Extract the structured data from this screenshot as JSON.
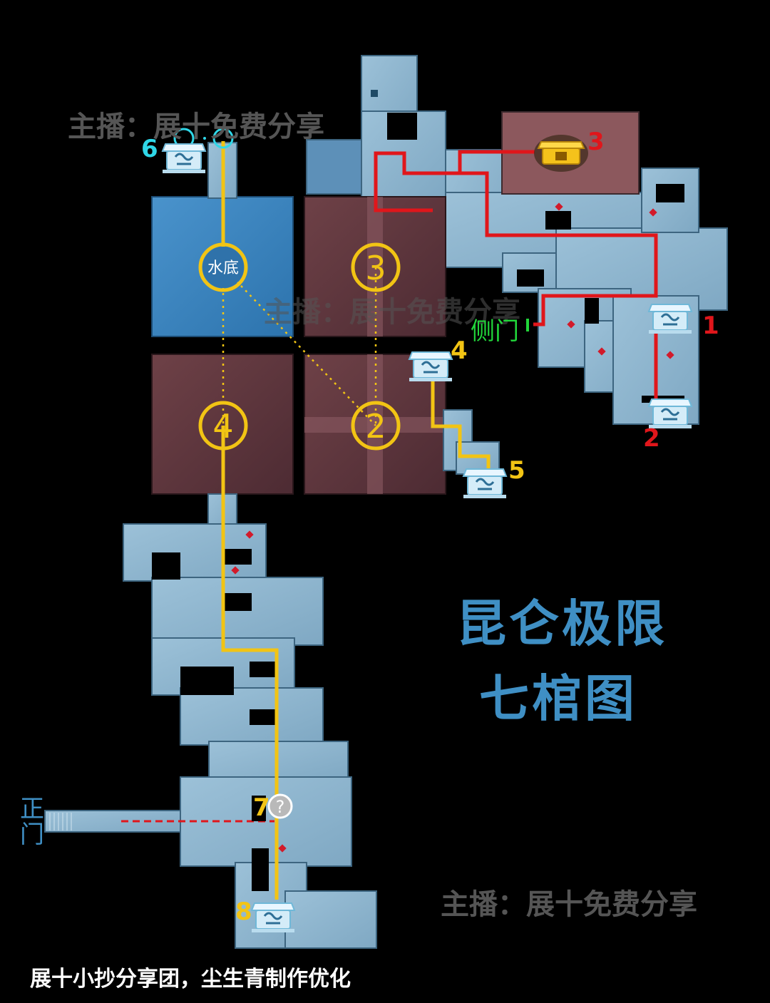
{
  "colors": {
    "background": "#000000",
    "room_blue": "#8fb6cf",
    "pool_blue": "#3a86c2",
    "chamber_red": "#6b3f46",
    "route_red": "#e0161b",
    "route_yellow": "#f2c414",
    "marker_cyan": "#2fd7e8",
    "side_gate_green": "#21d63a",
    "title_blue": "#3f8fc4",
    "watermark_gray": "#555555"
  },
  "watermarks": [
    "主播：展十免费分享",
    "主播：展十免费分享",
    "主播：展十免费分享"
  ],
  "title": {
    "line1": "昆仑极限",
    "line2": "七棺图"
  },
  "credit": "展十小抄分享团，尘生青制作优化",
  "entrances": {
    "side_gate": "侧门",
    "main_gate": "正门"
  },
  "chamber_labels": {
    "underwater": "水底",
    "c3": "3",
    "c4": "4",
    "c2": "2"
  },
  "coffin_markers": {
    "red": [
      "1",
      "2",
      "3"
    ],
    "yellow": [
      "4",
      "5",
      "7",
      "8"
    ],
    "cyan": [
      "6"
    ]
  },
  "icons": {
    "coffin": "coffin-icon",
    "golden_coffin": "golden-coffin-icon",
    "mystery": "question-mark-icon",
    "portal": "portal-ring-icon"
  },
  "question_mark": "?"
}
